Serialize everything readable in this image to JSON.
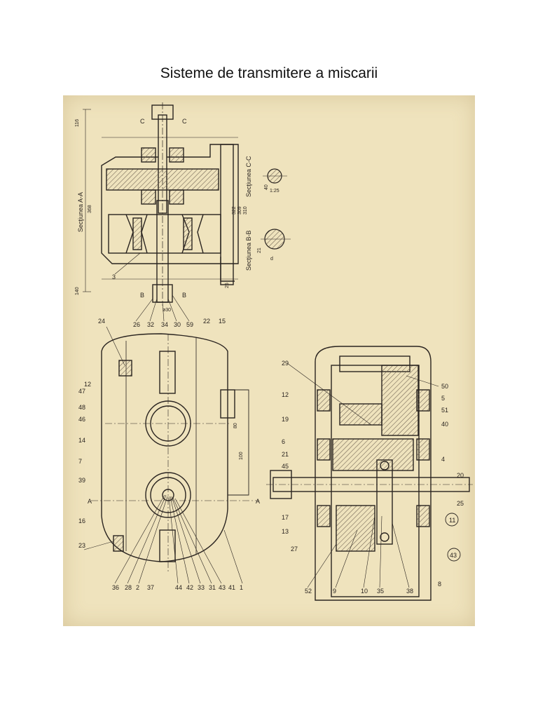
{
  "title": "Sisteme de transmitere a miscarii",
  "drawing": {
    "section_labels": [
      "Secţiunea A-A",
      "Secţiunea C-C",
      "Secţiunea B-B"
    ],
    "section_markers": [
      "C",
      "C",
      "B",
      "B",
      "A",
      "A"
    ],
    "dimensions": [
      "116",
      "368",
      "140",
      "322",
      "309",
      "310",
      "25",
      "80",
      "100",
      "40",
      "21",
      "d",
      "1:25",
      "ø30"
    ],
    "top_view_callouts": [
      "3",
      "26",
      "32",
      "34",
      "30",
      "59"
    ],
    "side_view_callouts": [
      "24",
      "22",
      "15",
      "47",
      "48",
      "46",
      "12",
      "14",
      "7",
      "39",
      "16",
      "23",
      "36",
      "28",
      "2",
      "37",
      "44",
      "42",
      "33",
      "31",
      "43",
      "41",
      "1"
    ],
    "plan_view_callouts": [
      "29",
      "50",
      "12",
      "19",
      "5",
      "51",
      "40",
      "6",
      "21",
      "45",
      "4",
      "20",
      "11",
      "17",
      "13",
      "27",
      "25",
      "52",
      "9",
      "10",
      "35",
      "38",
      "8",
      "43"
    ]
  },
  "colors": {
    "paper": "#efe3bd",
    "ink": "#2a2420",
    "shade": "#6b5e4f"
  }
}
